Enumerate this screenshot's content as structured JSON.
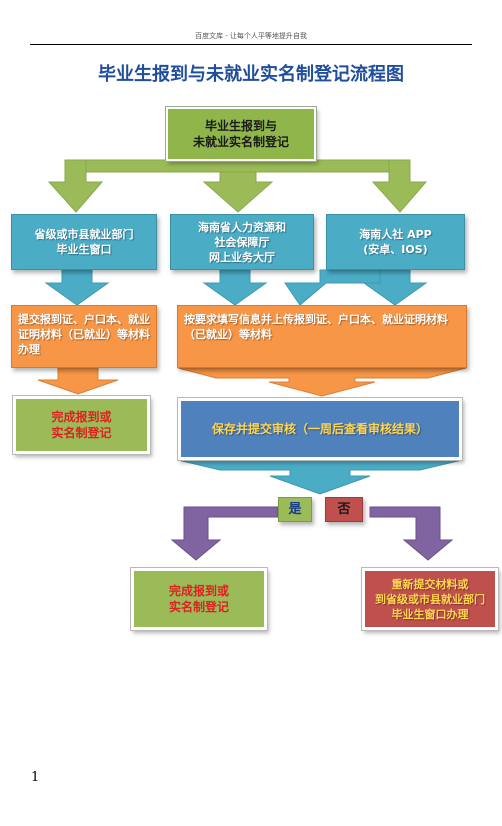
{
  "header": {
    "doc_caption": "百度文库 - 让每个人平等地提升自我"
  },
  "title": "毕业生报到与未就业实名制登记流程图",
  "boxes": {
    "top": {
      "line1": "毕业生报到与",
      "line2": "未就业实名制登记"
    },
    "channel_county": {
      "line1": "省级或市县就业部门",
      "line2": "毕业生窗口"
    },
    "channel_online": {
      "line1": "海南省人力资源和",
      "line2": "社会保障厅",
      "line3": "网上业务大厅"
    },
    "channel_app": {
      "line1": "海南人社 APP",
      "line2": "(安卓、IOS)"
    },
    "submit_materials": "提交报到证、户口本、就业证明材料（已就业）等材料办理",
    "online_upload": "按要求填写信息并上传报到证、户口本、就业证明材料（已就业）等材料",
    "done_left": {
      "line1": "完成报到或",
      "line2": "实名制登记"
    },
    "save_submit": "保存并提交审核（一周后查看审核结果）",
    "yes": "是",
    "no": "否",
    "done_bottom": {
      "line1": "完成报到或",
      "line2": "实名制登记"
    },
    "resubmit": {
      "line1": "重新提交材料或",
      "line2": "到省级或市县就业部门",
      "line3": "毕业生窗口办理"
    }
  },
  "colors": {
    "arrow_green": "#9bbb59",
    "arrow_blue": "#4bacc6",
    "arrow_orange": "#f79646",
    "arrow_purple": "#8064a2"
  },
  "page_number": "1"
}
